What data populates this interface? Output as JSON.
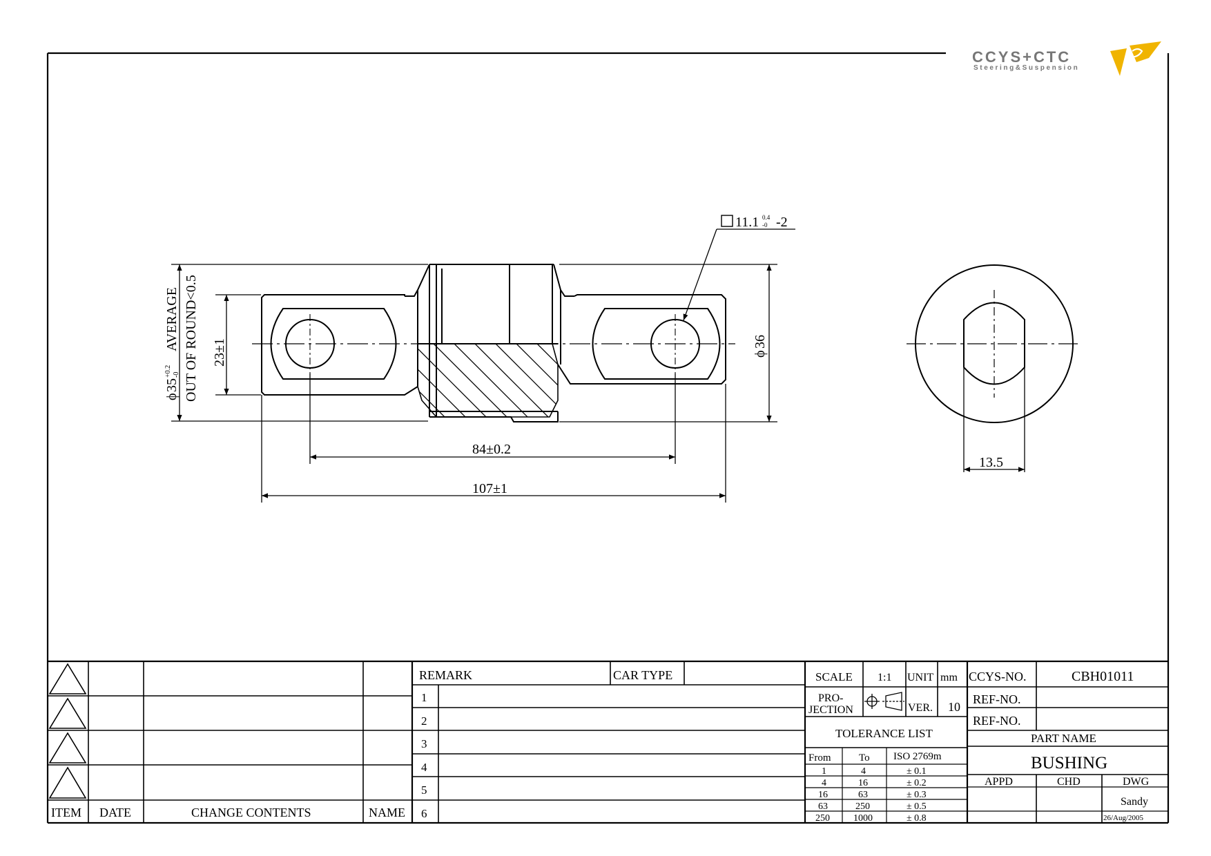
{
  "logo": {
    "brand": "CCYS+CTC",
    "tagline": "Steering&Suspension",
    "accent_color": "#f0b400",
    "brand_color": "#777777"
  },
  "dimensions": {
    "square_size": "11.1",
    "square_tol_upper": "0.4",
    "square_tol_lower": "-0",
    "square_suffix": "-2",
    "dia35_value": "35",
    "dia35_tol_upper": "+0.2",
    "dia35_tol_lower": "-0",
    "dia35_note": "AVERAGE",
    "roundness_note": "OUT OF ROUND<0.5",
    "height": "23±1",
    "dia36": "36",
    "hole_distance": "84±0.2",
    "overall_length": "107±1",
    "flat_width": "13.5"
  },
  "revision_table": {
    "headers": {
      "item": "ITEM",
      "date": "DATE",
      "change": "CHANGE CONTENTS",
      "name": "NAME"
    }
  },
  "remark_table": {
    "remark_label": "REMARK",
    "car_type_label": "CAR TYPE",
    "rows": [
      "1",
      "2",
      "3",
      "4",
      "5",
      "6"
    ]
  },
  "title_block": {
    "scale_label": "SCALE",
    "scale_value": "1:1",
    "unit_label": "UNIT",
    "unit_value": "mm",
    "projection_label_1": "PRO-",
    "projection_label_2": "JECTION",
    "ver_label": "VER.",
    "ver_value": "10",
    "tolerance_title": "TOLERANCE LIST",
    "tol_headers": [
      "From",
      "To",
      "ISO 2769m"
    ],
    "tol_rows": [
      [
        "1",
        "4",
        "± 0.1"
      ],
      [
        "4",
        "16",
        "± 0.2"
      ],
      [
        "16",
        "63",
        "± 0.3"
      ],
      [
        "63",
        "250",
        "± 0.5"
      ],
      [
        "250",
        "1000",
        "± 0.8"
      ]
    ],
    "ccys_label": "CCYS-NO.",
    "ccys_value": "CBH01011",
    "ref1_label": "REF-NO.",
    "ref2_label": "REF-NO.",
    "part_name_label": "PART NAME",
    "part_name_value": "BUSHING",
    "appd_label": "APPD",
    "chd_label": "CHD",
    "dwg_label": "DWG",
    "dwg_name": "Sandy",
    "dwg_date": "26/Aug/2005"
  }
}
